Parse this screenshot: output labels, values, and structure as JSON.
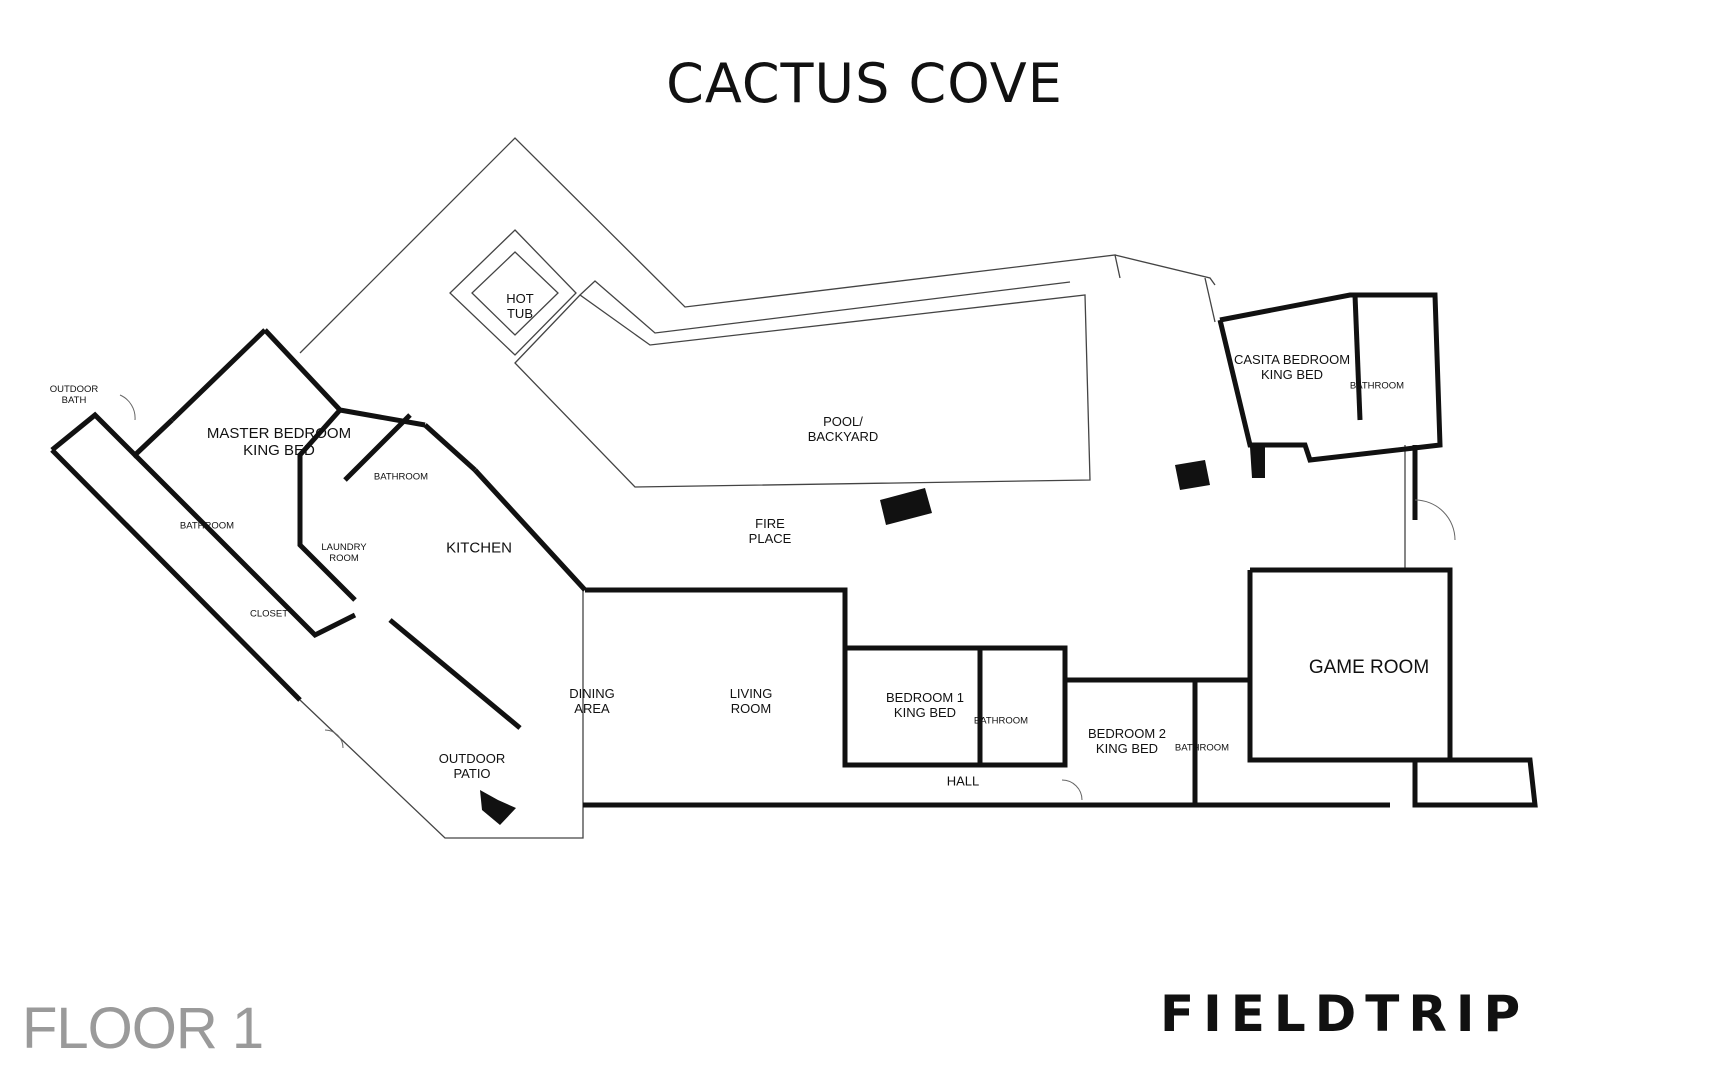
{
  "header": {
    "title": "CACTUS COVE"
  },
  "footer": {
    "floor_label": "FLOOR 1",
    "brand": "FIELDTRIP"
  },
  "rooms": {
    "hot_tub": [
      "HOT",
      "TUB"
    ],
    "pool": [
      "POOL/",
      "BACKYARD"
    ],
    "fire_place": [
      "FIRE",
      "PLACE"
    ],
    "casita_bedroom": [
      "CASITA BEDROOM",
      "KING BED"
    ],
    "casita_bathroom": "BATHROOM",
    "outdoor_bath": [
      "OUTDOOR",
      "BATH"
    ],
    "master_bedroom": [
      "MASTER BEDROOM",
      "KING BED"
    ],
    "master_bathroom": "BATHROOM",
    "closet": "CLOSET",
    "laundry_room": [
      "LAUNDRY",
      "ROOM"
    ],
    "kitchen_bathroom": "BATHROOM",
    "kitchen": "KITCHEN",
    "dining_area": [
      "DINING",
      "AREA"
    ],
    "living_room": [
      "LIVING",
      "ROOM"
    ],
    "outdoor_patio": [
      "OUTDOOR",
      "PATIO"
    ],
    "bedroom_1": [
      "BEDROOM 1",
      "KING BED"
    ],
    "bedroom_1_bathroom": "BATHROOM",
    "bedroom_2": [
      "BEDROOM 2",
      "KING BED"
    ],
    "bedroom_2_bathroom": "BATHROOM",
    "hall": "HALL",
    "game_room": "GAME ROOM"
  }
}
